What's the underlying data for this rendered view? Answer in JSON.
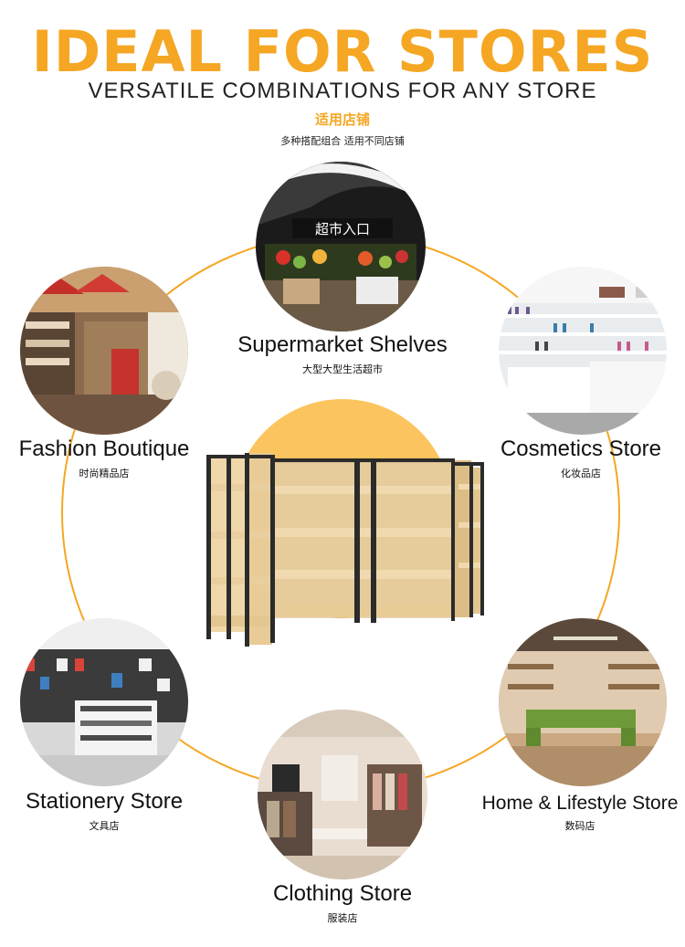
{
  "header": {
    "title": "IDEAL FOR STORES",
    "subtitle": "VERSATILE COMBINATIONS FOR ANY STORE",
    "cn_title": "适用店铺",
    "cn_subtitle": "多种搭配组合  适用不同店铺"
  },
  "stores": [
    {
      "name": "Supermarket Shelves",
      "cn": "大型大型生活超市"
    },
    {
      "name": "Fashion Boutique",
      "cn": "时尚精品店"
    },
    {
      "name": "Cosmetics Store",
      "cn": "化妆品店"
    },
    {
      "name": "Stationery Store",
      "cn": "文具店"
    },
    {
      "name": "Home & Lifestyle Store",
      "cn": "数码店"
    },
    {
      "name": "Clothing Store",
      "cn": "服装店"
    }
  ],
  "photo_signs": {
    "supermarket": "超市入口"
  },
  "colors": {
    "accent": "#f5a623",
    "sun": "#fcc45e",
    "wood": "#e9cf9f",
    "frame": "#2b2b2b"
  }
}
